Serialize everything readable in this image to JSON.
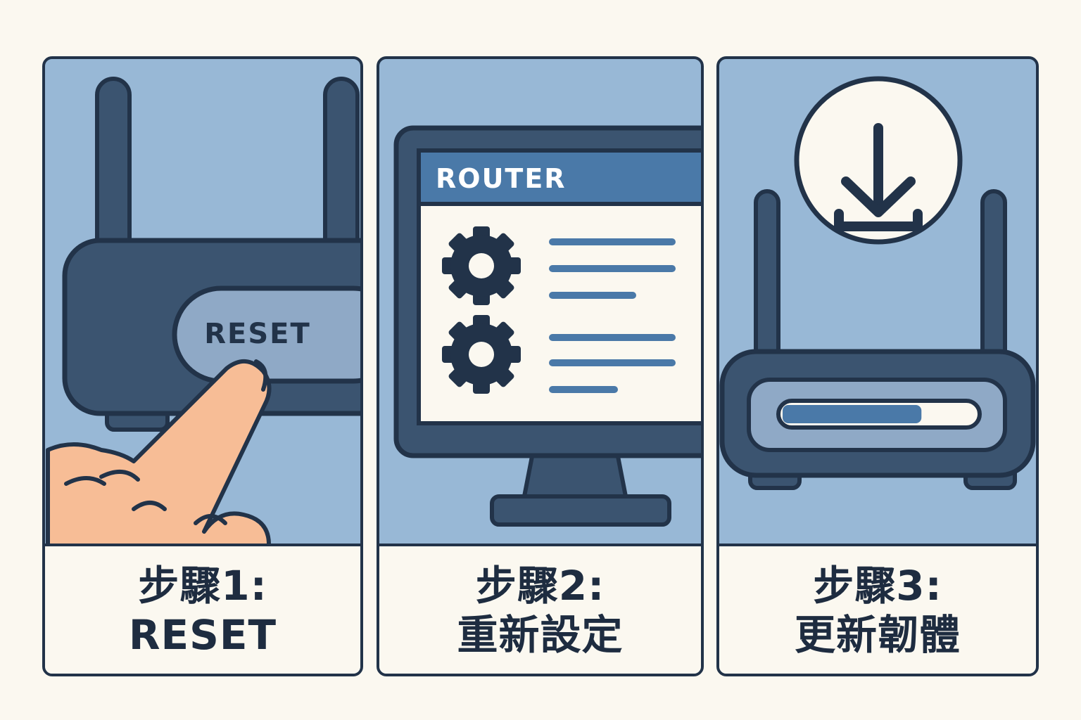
{
  "panels": [
    {
      "id": "reset",
      "button_label": "RESET",
      "caption_line1": "步驟1:",
      "caption_line2": "RESET"
    },
    {
      "id": "settings",
      "screen_title": "ROUTER",
      "caption_line1": "步驟2:",
      "caption_line2": "重新設定"
    },
    {
      "id": "firmware",
      "progress": 0.72,
      "caption_line1": "步驟3:",
      "caption_line2": "更新韌體"
    }
  ],
  "icons": [
    "router-icon",
    "hand-icon",
    "monitor-icon",
    "gear-icon",
    "download-icon"
  ],
  "colors": {
    "background": "#fbf8f0",
    "panel": "#98b8d6",
    "outline": "#223349",
    "device": "#3b5470",
    "accent": "#4a79a8",
    "skin": "#f7bd96"
  }
}
